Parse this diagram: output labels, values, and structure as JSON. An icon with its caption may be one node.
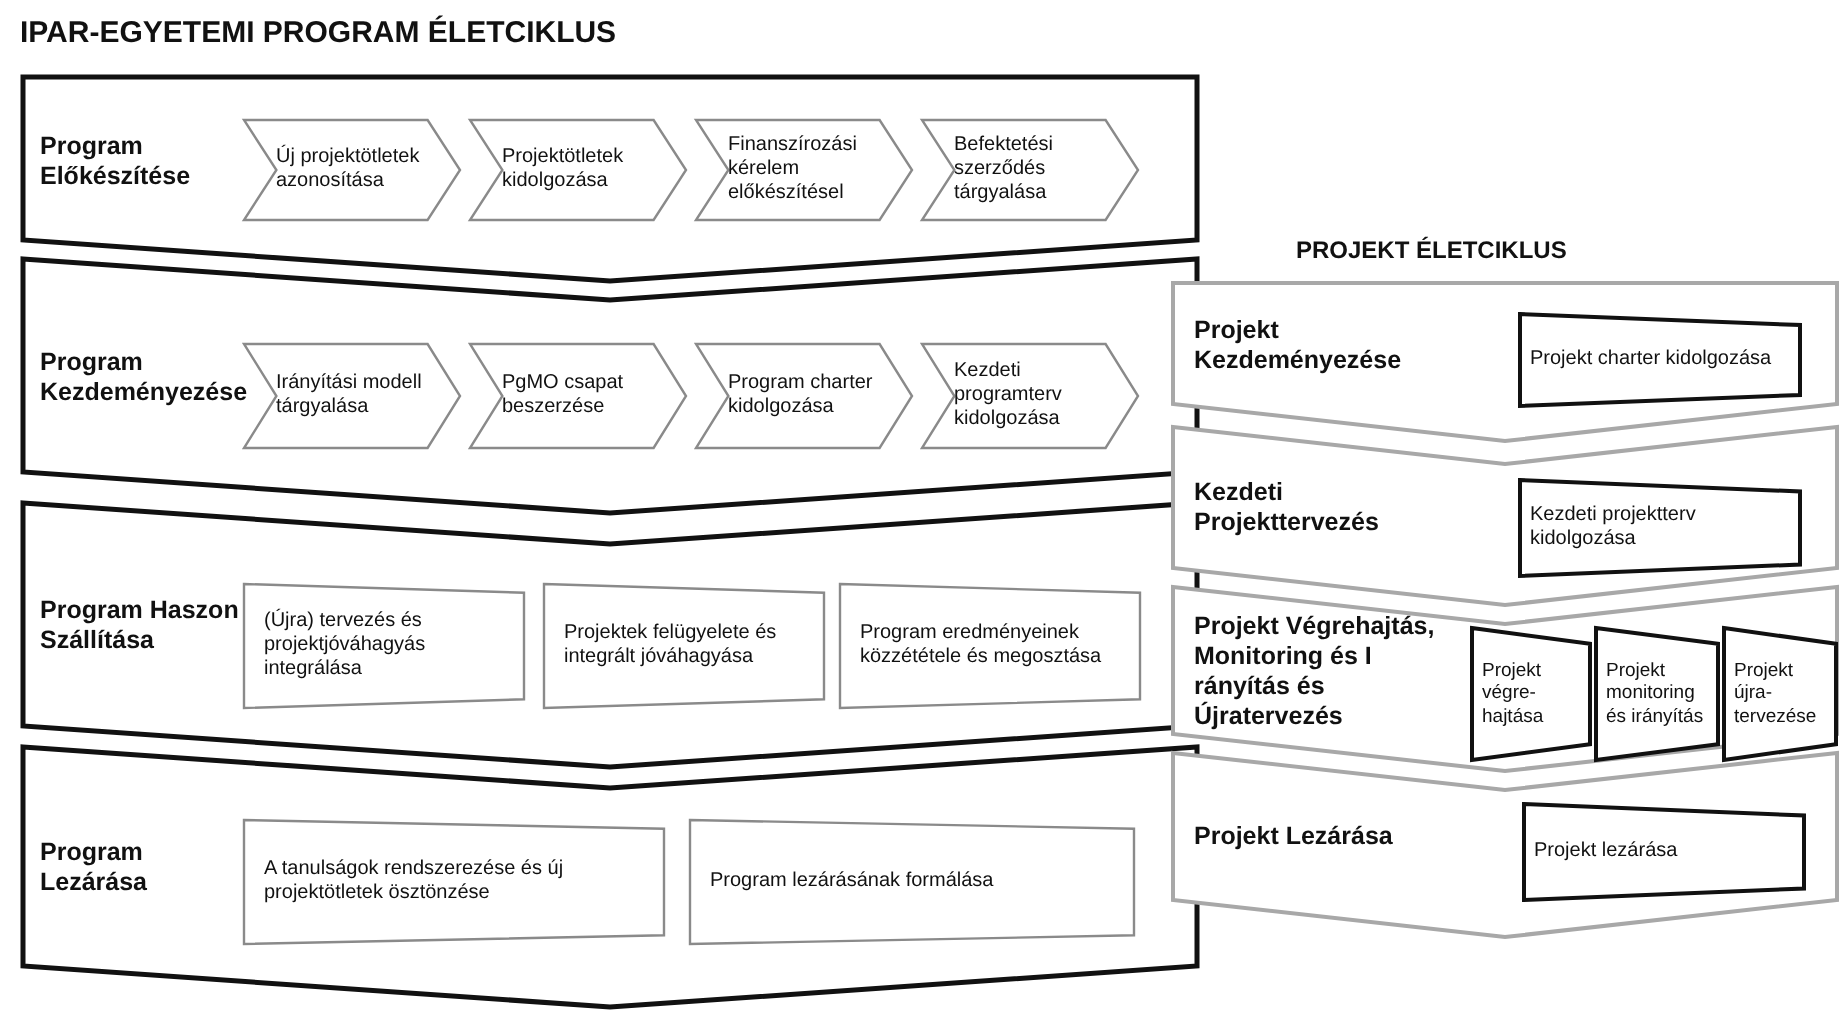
{
  "diagram": {
    "title": "IPAR-EGYETEMI PROGRAM ÉLETCIKLUS",
    "nodes": [
      {
        "text": [
          "Program Előkészítése"
        ]
      },
      {
        "text": [
          "Új projektötletek azonosítása"
        ],
        "in": 0
      },
      {
        "text": [
          "Projektötletek kidolgozása"
        ],
        "in": 0
      },
      {
        "text": [
          "Finanszírozási kérelem előkészítésel"
        ],
        "in": 0
      },
      {
        "text": [
          "Befektetési szerződés tárgyalása"
        ],
        "in": 0
      },
      {
        "text": [
          "Program Kezdeményezése"
        ]
      },
      {
        "text": [
          "Irányítási modell tárgyalása"
        ],
        "in": 5
      },
      {
        "text": [
          "PgMO csapat beszerzése"
        ],
        "in": 5
      },
      {
        "text": [
          "Program charter kidolgozása"
        ],
        "in": 5
      },
      {
        "text": [
          "Kezdeti programterv kidolgozása"
        ],
        "in": 5
      },
      {
        "text": [
          "Program Haszon Szállítása"
        ]
      },
      {
        "text": [
          "(Újra) tervezés és projektjóváhagyás integrálása"
        ],
        "in": 10
      },
      {
        "text": [
          "Projektek felügyelete és integrált jóváhagyása"
        ],
        "in": 10
      },
      {
        "text": [
          "Program eredményeinek közzététele és megosztása"
        ],
        "in": 10
      },
      {
        "text": [
          "Program Lezárása"
        ]
      },
      {
        "text": [
          "A tanulságok rendszerezése és új projektötletek ösztönzése"
        ],
        "in": 14
      },
      {
        "text": [
          "Program lezárásának formálása"
        ],
        "in": 14
      },
      {
        "text": [
          "Projekt Kezdeményezése"
        ]
      },
      {
        "text": [
          "Projekt charter kidolgozása"
        ],
        "in": 17
      },
      {
        "text": [
          "Kezdeti Projekttervezés"
        ]
      },
      {
        "text": [
          "Kezdeti projektterv kidolgozása"
        ],
        "in": 19
      },
      {
        "text": [
          "Projekt Végrehajtás, Monitoring és I rányítás és Újratervezés"
        ]
      },
      {
        "text": [
          "Projekt végre- hajtása"
        ],
        "in": 21
      },
      {
        "text": [
          "Projekt monitoring és irányítás"
        ],
        "in": 21
      },
      {
        "text": [
          "Projekt újra- tervezése"
        ],
        "in": 21
      },
      {
        "text": [
          "Projekt Lezárása"
        ]
      },
      {
        "text": [
          "Projekt lezárása"
        ],
        "in": 25
      }
    ],
    "labels": [
      "PROJEKT ÉLETCIKLUS"
    ]
  }
}
